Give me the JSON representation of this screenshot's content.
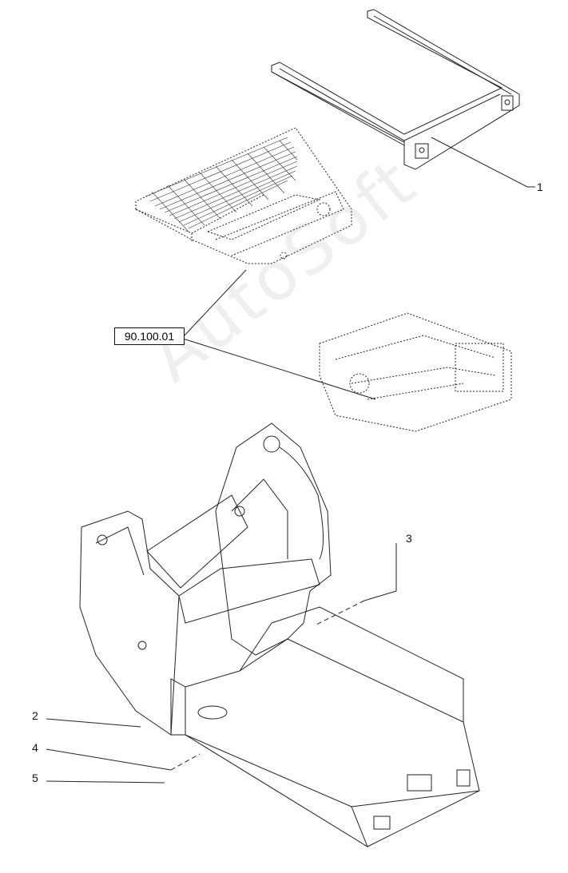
{
  "diagram": {
    "reference_label": "90.100.01",
    "watermark": "AutoSoft",
    "callouts": [
      {
        "id": "1",
        "label": "1"
      },
      {
        "id": "2",
        "label": "2"
      },
      {
        "id": "3",
        "label": "3"
      },
      {
        "id": "4",
        "label": "4"
      },
      {
        "id": "5",
        "label": "5"
      }
    ]
  }
}
